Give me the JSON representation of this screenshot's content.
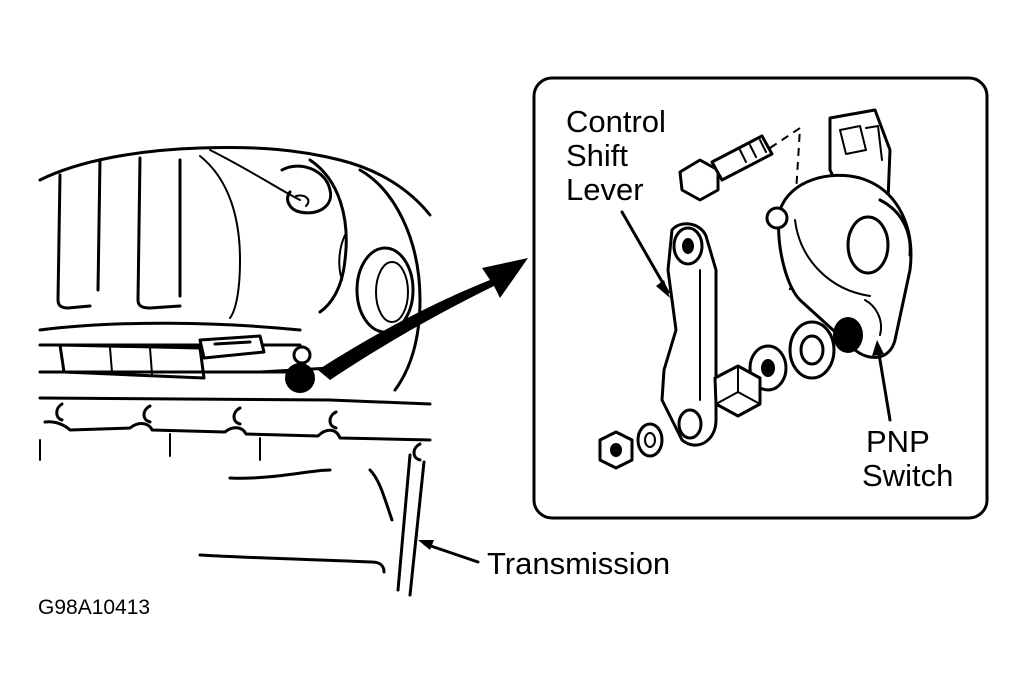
{
  "labels": {
    "control_shift_lever": [
      "Control",
      "Shift",
      "Lever"
    ],
    "pnp_switch": [
      "PNP",
      "Switch"
    ],
    "transmission": "Transmission",
    "figure_code": "G98A10413"
  },
  "colors": {
    "ink": "#000000",
    "paper": "#ffffff"
  },
  "icons": [
    "arrow-icon"
  ]
}
